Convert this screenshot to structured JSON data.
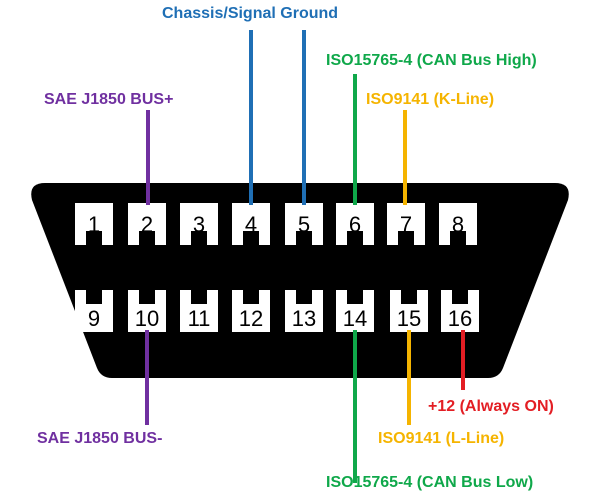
{
  "colors": {
    "purple": "#7030a0",
    "blue": "#1f6fb5",
    "green": "#0fa84a",
    "orange": "#f5b400",
    "red": "#e31e24",
    "body": "#000000",
    "pin": "#ffffff"
  },
  "connector": {
    "top_pins": [
      "1",
      "2",
      "3",
      "4",
      "5",
      "6",
      "7",
      "8"
    ],
    "bottom_pins": [
      "9",
      "10",
      "11",
      "12",
      "13",
      "14",
      "15",
      "16"
    ]
  },
  "labels": {
    "chassis_ground": "Chassis/Signal Ground",
    "can_high": "ISO15765-4 (CAN Bus High)",
    "sae_plus": "SAE J1850 BUS+",
    "k_line": "ISO9141 (K-Line)",
    "always_on": "+12 (Always ON)",
    "sae_minus": "SAE J1850 BUS-",
    "l_line": "ISO9141 (L-Line)",
    "can_low": "ISO15765-4 (CAN Bus Low)"
  }
}
